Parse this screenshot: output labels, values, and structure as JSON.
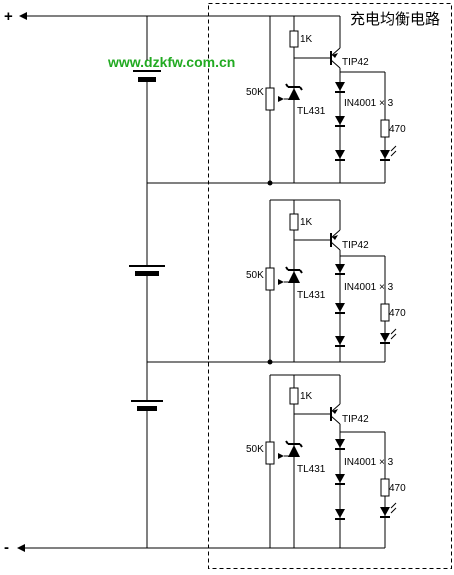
{
  "title": "充电均衡电路",
  "watermark": "www.dzkfw.com.cn",
  "terminals": {
    "positive": "+",
    "negative": "-"
  },
  "components": {
    "resistor_1k": "1K",
    "transistor": "TIP42",
    "pot": "50K",
    "regulator": "TL431",
    "diodes": "IN4001 × 3",
    "resistor_470": "470"
  },
  "colors": {
    "watermark": "#22aa22",
    "ink": "#000000"
  },
  "stages": [
    {
      "id": 1
    },
    {
      "id": 2
    },
    {
      "id": 3
    }
  ]
}
